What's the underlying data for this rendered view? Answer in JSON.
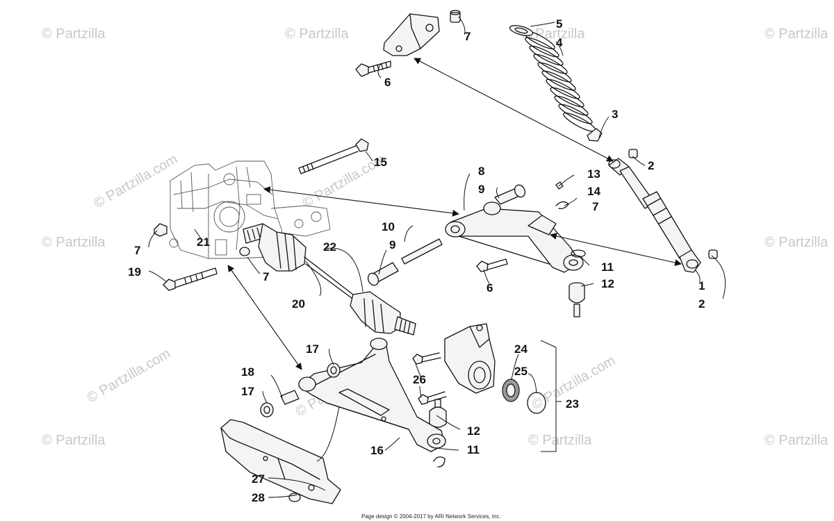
{
  "watermark": {
    "text": "© Partzilla",
    "center_text": "© Partzilla.com"
  },
  "footer": {
    "text": "Page design © 2004-2017 by ARI Network Services, Inc."
  },
  "callouts": {
    "c1": "1",
    "c2a": "2",
    "c2b": "2",
    "c3": "3",
    "c4": "4",
    "c5": "5",
    "c6a": "6",
    "c6b": "6",
    "c7a": "7",
    "c7b": "7",
    "c7c": "7",
    "c7d": "7",
    "c8": "8",
    "c9a": "9",
    "c9b": "9",
    "c10": "10",
    "c11a": "11",
    "c11b": "11",
    "c12a": "12",
    "c12b": "12",
    "c13": "13",
    "c14": "14",
    "c15": "15",
    "c16": "16",
    "c17a": "17",
    "c17b": "17",
    "c18": "18",
    "c19": "19",
    "c20": "20",
    "c21": "21",
    "c22": "22",
    "c23": "23",
    "c24": "24",
    "c25": "25",
    "c26": "26",
    "c27": "27",
    "c28": "28"
  }
}
